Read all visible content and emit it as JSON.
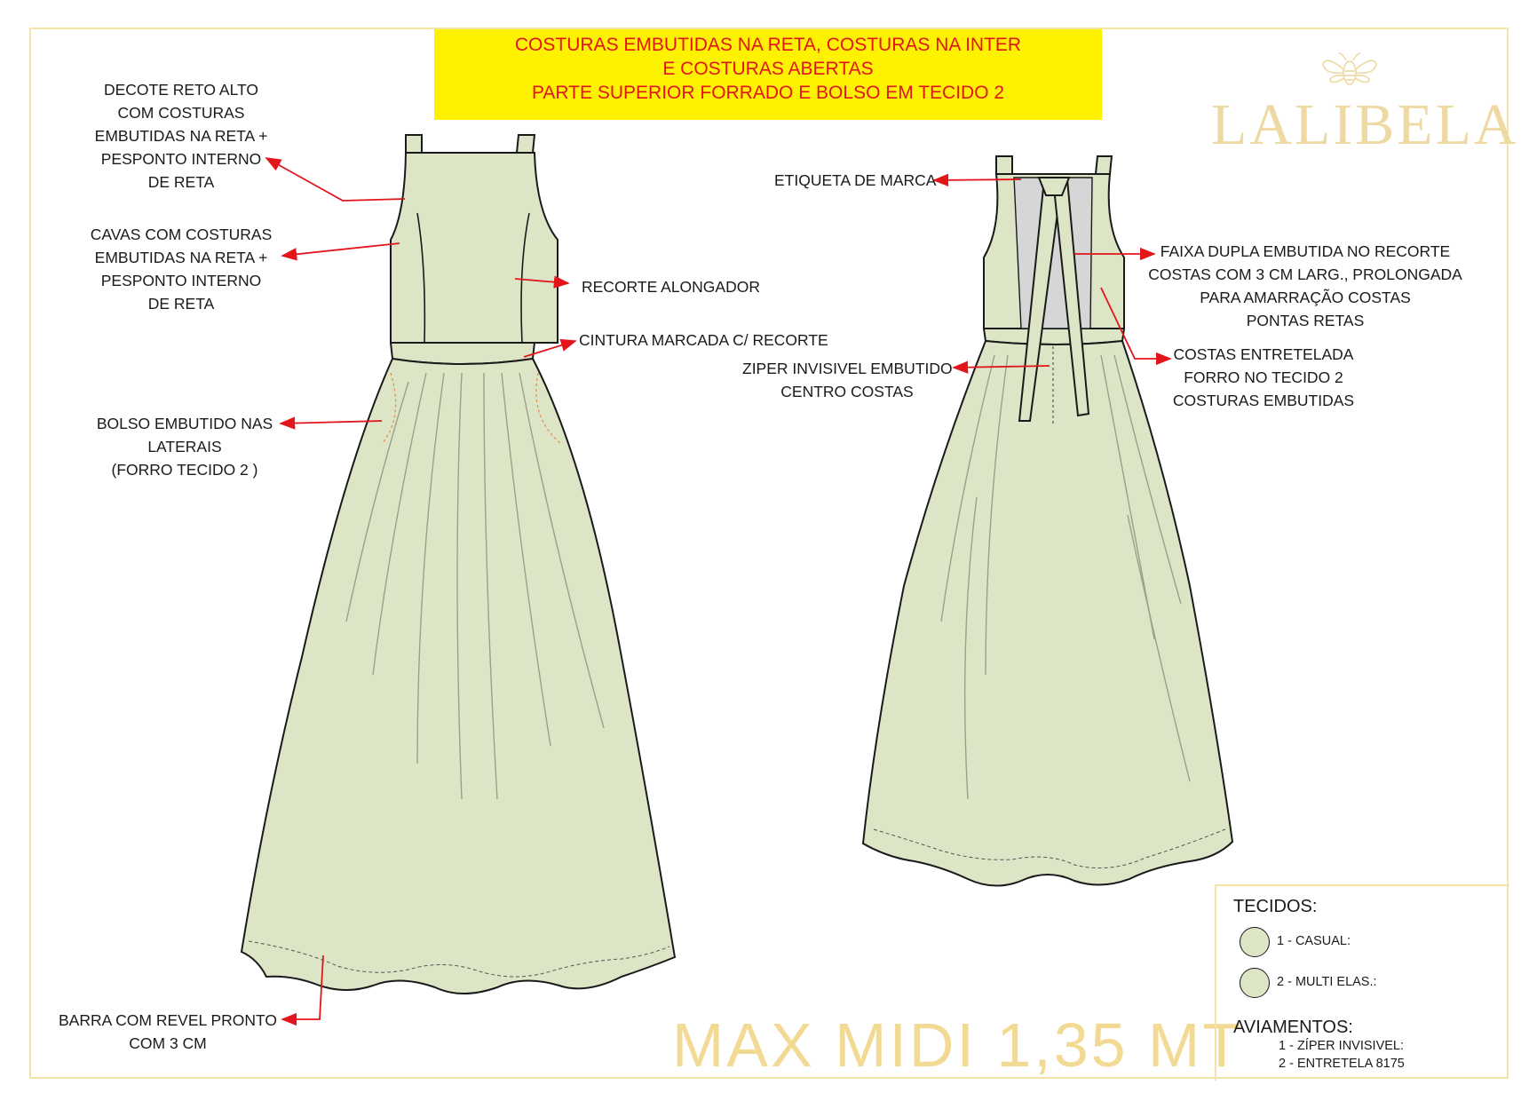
{
  "banner": {
    "line1": "COSTURAS EMBUTIDAS NA RETA, COSTURAS NA INTER",
    "line2": "E COSTURAS ABERTAS",
    "line3": "PARTE SUPERIOR FORRADO E BOLSO EM TECIDO 2"
  },
  "brand": {
    "name": "LALIBELA",
    "logo_icon": "bee-icon"
  },
  "front_labels": {
    "decote": [
      "DECOTE RETO ALTO",
      "COM COSTURAS",
      "EMBUTIDAS NA RETA +",
      "PESPONTO INTERNO",
      "DE RETA"
    ],
    "cavas": [
      "CAVAS COM COSTURAS",
      "EMBUTIDAS NA RETA +",
      "PESPONTO INTERNO",
      "DE RETA"
    ],
    "recorte": "RECORTE ALONGADOR",
    "cintura": "CINTURA MARCADA C/ RECORTE",
    "bolso": [
      "BOLSO EMBUTIDO NAS",
      "LATERAIS",
      "(FORRO TECIDO 2 )"
    ],
    "barra": [
      "BARRA COM REVEL PRONTO",
      "COM 3 CM"
    ]
  },
  "back_labels": {
    "etiqueta": "ETIQUETA DE MARCA",
    "faixa": [
      "FAIXA DUPLA EMBUTIDA NO RECORTE",
      "COSTAS COM 3 CM LARG., PROLONGADA",
      "PARA AMARRAÇÃO COSTAS",
      "PONTAS RETAS"
    ],
    "costas": [
      "COSTAS ENTRETELADA",
      "FORRO NO TECIDO 2",
      "COSTURAS EMBUTIDAS"
    ],
    "ziper": [
      "ZIPER INVISIVEL EMBUTIDO",
      "CENTRO COSTAS"
    ]
  },
  "title": "MAX MIDI 1,35 MT",
  "legend": {
    "tecidos_title": "TECIDOS:",
    "tecidos": [
      "1 -  CASUAL:",
      "2 - MULTI ELAS.:"
    ],
    "aviamentos_title": "AVIAMENTOS:",
    "aviamentos": [
      "1 -  ZÍPER INVISIVEL:",
      "2 - ENTRETELA 8175"
    ]
  },
  "colors": {
    "fabric": "#dde5c7",
    "arrow": "#e2151b",
    "banner_bg": "#fff200",
    "banner_text": "#e2151b",
    "brand_gold": "#efd9a2",
    "frame": "#f3e3a6"
  }
}
